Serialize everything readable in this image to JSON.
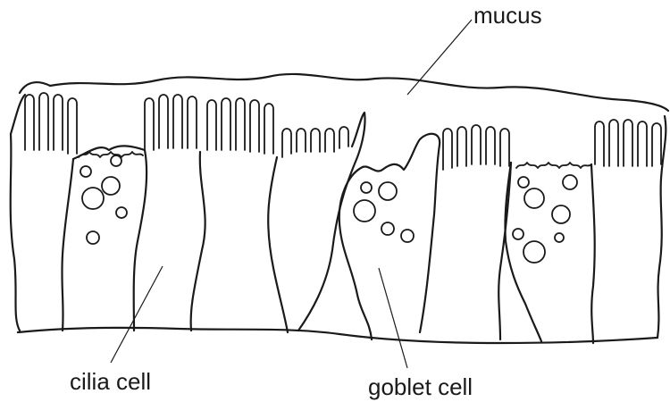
{
  "labels": {
    "mucus": "mucus",
    "cilia_cell": "cilia cell",
    "goblet_cell": "goblet cell"
  },
  "colors": {
    "stroke": "#1a1a1a",
    "background": "#ffffff"
  }
}
